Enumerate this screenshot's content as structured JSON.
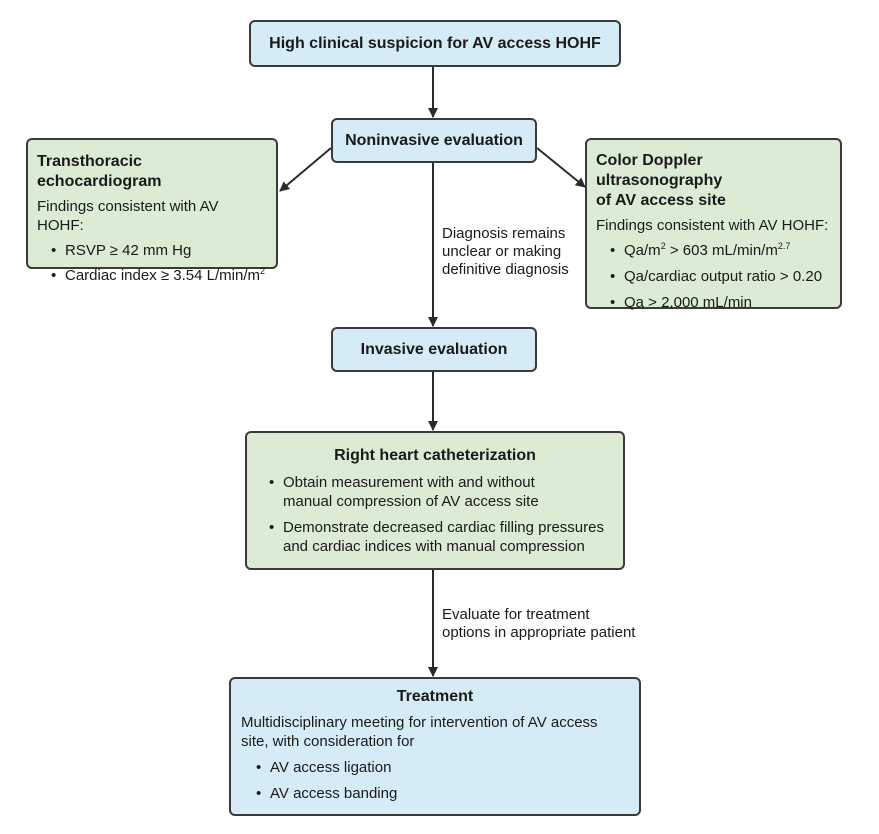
{
  "top": {
    "title": "High clinical suspicion for AV access HOHF"
  },
  "noninvasive": {
    "title": "Noninvasive evaluation"
  },
  "echo": {
    "title": "Transthoracic echocardiogram",
    "subtitle": "Findings consistent with AV HOHF:",
    "bullet1": "RSVP ≥ 42 mm Hg",
    "bullet2_text": "Cardiac index ≥ 3.54 L/min/m",
    "bullet2_sup": "2"
  },
  "doppler": {
    "title_line1": "Color Doppler ultrasonography",
    "title_line2": "of AV access site",
    "subtitle": "Findings consistent with AV HOHF:",
    "bullet1_a": "Qa/m",
    "bullet1_sup1": "2",
    "bullet1_b": " > 603 mL/min/m",
    "bullet1_sup2": "2.7",
    "bullet2": "Qa/cardiac output ratio > 0.20",
    "bullet3": "Qa > 2,000 mL/min"
  },
  "note1": {
    "line1": "Diagnosis remains",
    "line2": "unclear or making",
    "line3": "definitive diagnosis"
  },
  "invasive": {
    "title": "Invasive evaluation"
  },
  "rhc": {
    "title": "Right heart catheterization",
    "bullet1_line1": "Obtain measurement with and without",
    "bullet1_line2": "manual compression of AV access site",
    "bullet2_line1": "Demonstrate decreased cardiac filling pressures",
    "bullet2_line2": "and cardiac indices with manual compression"
  },
  "note2": {
    "line1": "Evaluate for treatment",
    "line2": "options in appropriate patient"
  },
  "treatment": {
    "title": "Treatment",
    "desc_line1": "Multidisciplinary meeting for intervention of AV access",
    "desc_line2": "site, with consideration for",
    "bullet1": "AV access ligation",
    "bullet2": "AV access banding"
  }
}
